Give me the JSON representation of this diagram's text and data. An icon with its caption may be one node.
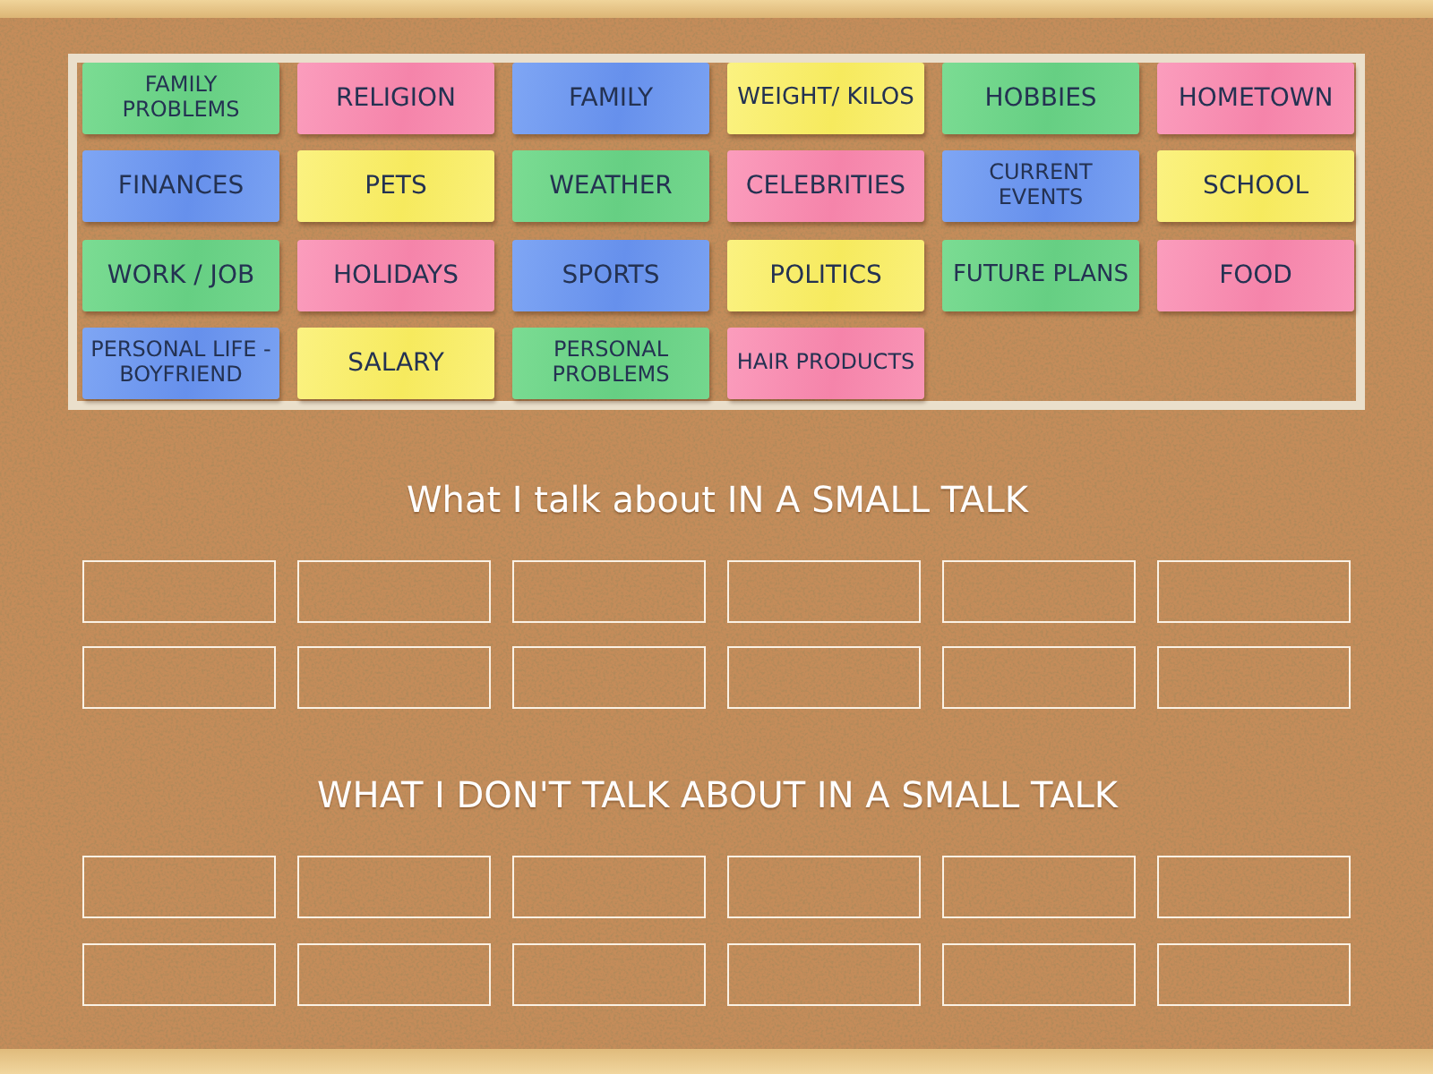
{
  "diagram": {
    "nodes": [
      {
        "text": [],
        "shape": "box"
      },
      {
        "text": [
          "FAMILY PROBLEMS"
        ],
        "in": 0
      },
      {
        "text": [
          "RELIGION"
        ],
        "in": 0
      },
      {
        "text": [
          "FAMILY"
        ],
        "in": 0
      },
      {
        "text": [
          "WEIGHT/ KILOS"
        ],
        "in": 0
      },
      {
        "text": [
          "HOBBIES"
        ],
        "in": 0
      },
      {
        "text": [
          "HOMETOWN"
        ],
        "in": 0
      },
      {
        "text": [
          "FINANCES"
        ],
        "in": 0
      },
      {
        "text": [
          "PETS"
        ],
        "in": 0
      },
      {
        "text": [
          "WEATHER"
        ],
        "in": 0
      },
      {
        "text": [
          "CELEBRITIES"
        ],
        "in": 0
      },
      {
        "text": [
          "CURRENT EVENTS"
        ],
        "in": 0
      },
      {
        "text": [
          "SCHOOL"
        ],
        "in": 0
      },
      {
        "text": [
          "WORK / JOB"
        ],
        "in": 0
      },
      {
        "text": [
          "HOLIDAYS"
        ],
        "in": 0
      },
      {
        "text": [
          "SPORTS"
        ],
        "in": 0
      },
      {
        "text": [
          "POLITICS"
        ],
        "in": 0
      },
      {
        "text": [
          "FUTURE PLANS"
        ],
        "in": 0
      },
      {
        "text": [
          "FOOD"
        ],
        "in": 0
      },
      {
        "text": [
          "PERSONAL LIFE -BOYFRIEND"
        ],
        "in": 0
      },
      {
        "text": [
          "SALARY"
        ],
        "in": 0
      },
      {
        "text": [
          "PERSONAL PROBLEMS"
        ],
        "in": 0
      },
      {
        "text": [
          "HAIR PRODUCTS"
        ],
        "in": 0
      },
      {
        "text": [],
        "shape": "box"
      },
      {
        "text": [],
        "shape": "box"
      },
      {
        "text": [],
        "shape": "box"
      },
      {
        "text": [],
        "shape": "box"
      },
      {
        "text": [],
        "shape": "box"
      },
      {
        "text": [],
        "shape": "box"
      },
      {
        "text": [],
        "shape": "box"
      },
      {
        "text": [],
        "shape": "box"
      },
      {
        "text": [],
        "shape": "box"
      },
      {
        "text": [],
        "shape": "box"
      },
      {
        "text": [],
        "shape": "box"
      },
      {
        "text": [],
        "shape": "box"
      },
      {
        "text": [],
        "shape": "box"
      },
      {
        "text": [],
        "shape": "box"
      },
      {
        "text": [],
        "shape": "box"
      },
      {
        "text": [],
        "shape": "box"
      },
      {
        "text": [],
        "shape": "box"
      },
      {
        "text": [],
        "shape": "box"
      },
      {
        "text": [],
        "shape": "box"
      },
      {
        "text": [],
        "shape": "box"
      },
      {
        "text": [],
        "shape": "box"
      },
      {
        "text": [],
        "shape": "box"
      },
      {
        "text": [],
        "shape": "box"
      },
      {
        "text": [],
        "shape": "box"
      }
    ],
    "labels": [
      "What I talk about IN A SMALL TALK",
      "WHAT I DON'T TALK ABOUT IN A SMALL TALK"
    ]
  }
}
